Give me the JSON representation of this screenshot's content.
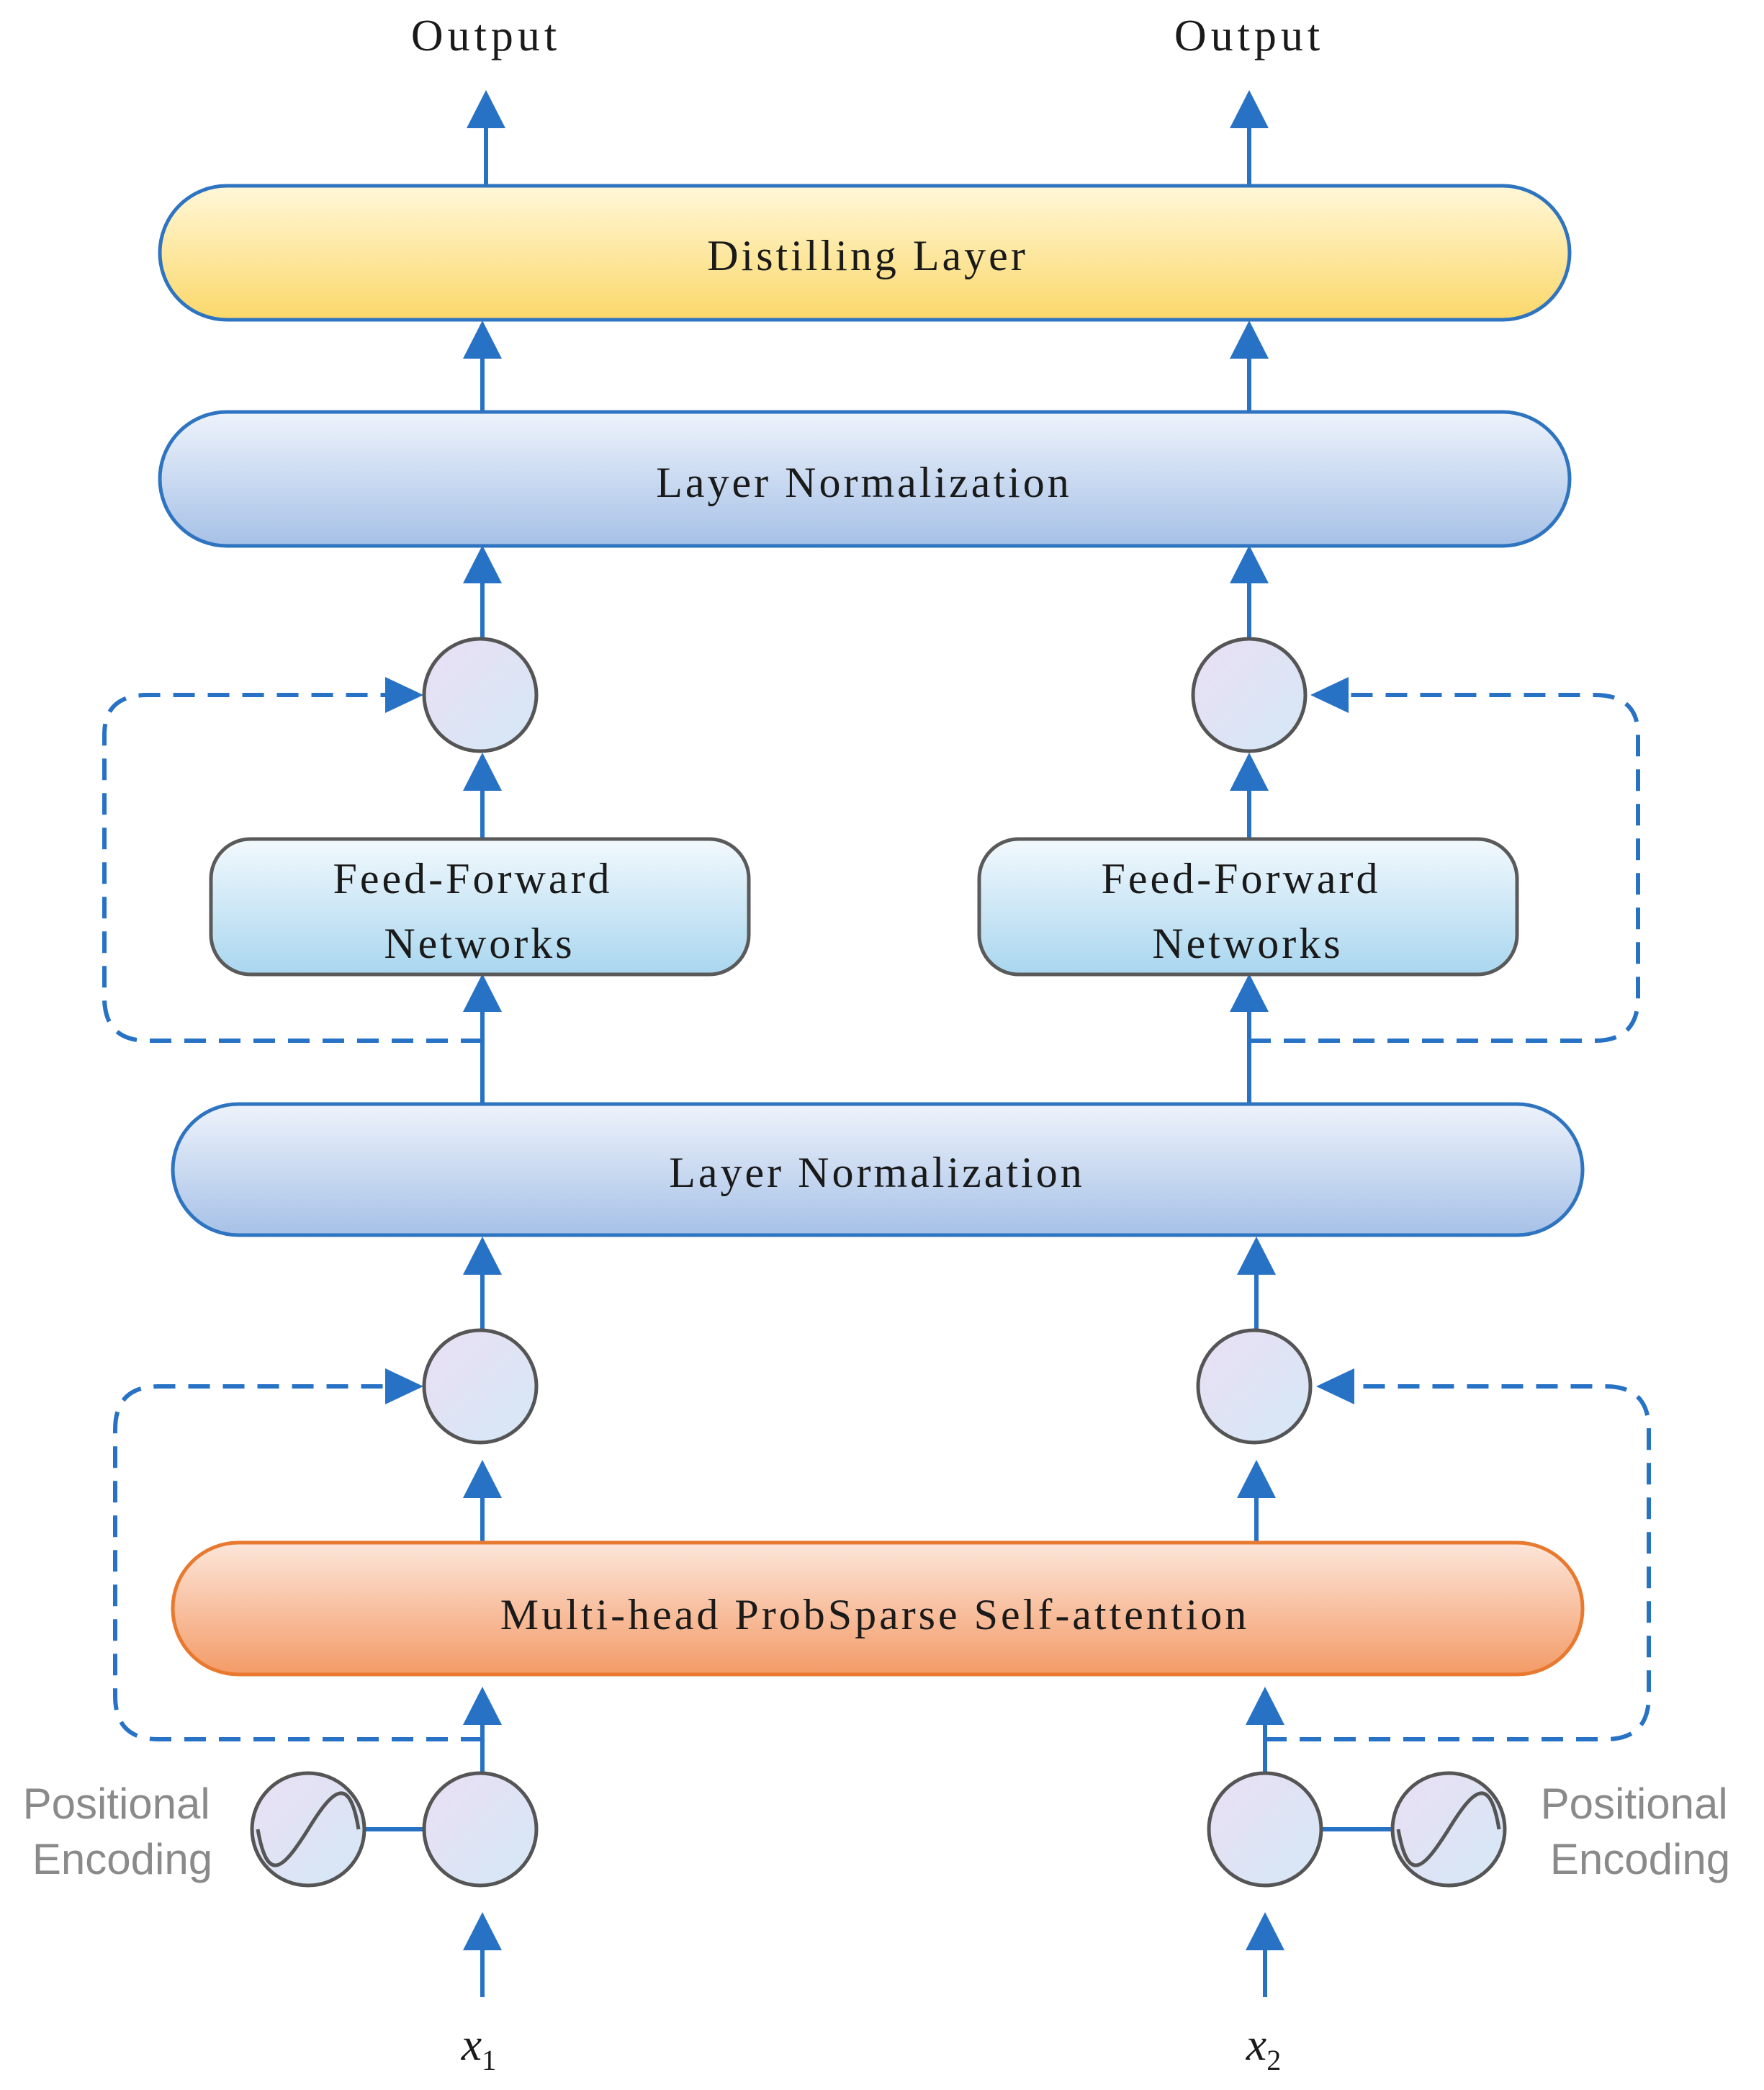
{
  "outputs": {
    "left": "Output",
    "right": "Output"
  },
  "distilling": {
    "label": "Distilling Layer"
  },
  "layer_norm_top": {
    "label": "Layer Normalization"
  },
  "ffn": {
    "left": [
      "Feed-Forward",
      "Networks"
    ],
    "right": [
      "Feed-Forward",
      "Networks"
    ]
  },
  "layer_norm_bottom": {
    "label": "Layer Normalization"
  },
  "attention": {
    "label": "Multi-head ProbSparse Self-attention"
  },
  "positional_encoding": {
    "left": [
      "Positional",
      "Encoding"
    ],
    "right": [
      "Positional",
      "Encoding"
    ]
  },
  "inputs": {
    "left": {
      "base": "x",
      "sub": "1"
    },
    "right": {
      "base": "x",
      "sub": "2"
    }
  },
  "colors": {
    "arrow": "#2872c6",
    "distilling": [
      "#fff7d8",
      "#fbd86a"
    ],
    "layer_norm": [
      "#eef3fb",
      "#a6c1e7"
    ],
    "ffn": [
      "#f2f9fd",
      "#a9d6ef"
    ],
    "attention": [
      "#fde6da",
      "#f39b67"
    ],
    "node": [
      "#eadff3",
      "#d6e8f6"
    ]
  }
}
